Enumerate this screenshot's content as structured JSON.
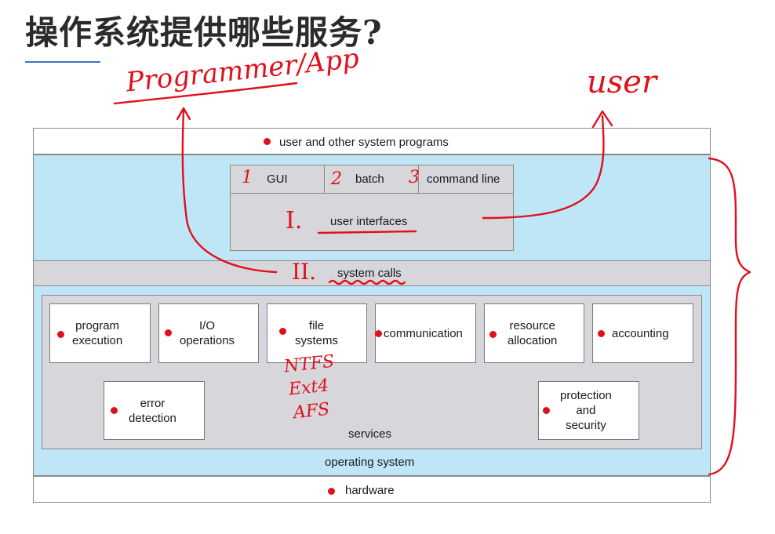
{
  "title": "操作系统提供哪些服务?",
  "layers": {
    "top": "user and other system programs",
    "user_interfaces": "user interfaces",
    "ui_options": [
      "GUI",
      "batch",
      "command line"
    ],
    "system_calls": "system calls",
    "services_label": "services",
    "operating_system": "operating system",
    "hardware": "hardware"
  },
  "services": {
    "program_execution": [
      "program",
      "execution"
    ],
    "io_operations": [
      "I/O",
      "operations"
    ],
    "file_systems": [
      "file",
      "systems"
    ],
    "communication": "communication",
    "resource_allocation": [
      "resource",
      "allocation"
    ],
    "accounting": "accounting",
    "error_detection": [
      "error",
      "detection"
    ],
    "protection_security": [
      "protection",
      "and",
      "security"
    ]
  },
  "annotations": {
    "programmer_app": "Programmer/App",
    "user": "user",
    "ui_numbers": [
      "1",
      "2",
      "3"
    ],
    "roman_one": "I.",
    "roman_two": "II.",
    "file_system_examples": [
      "NTFS",
      "Ext4",
      "AFS"
    ],
    "ink_color": "#e0101c"
  }
}
